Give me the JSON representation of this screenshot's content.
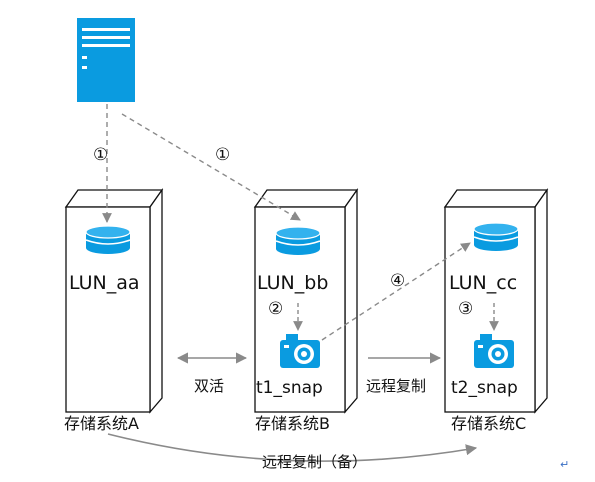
{
  "steps": {
    "s1a": "①",
    "s1b": "①",
    "s2": "②",
    "s3": "③",
    "s4": "④"
  },
  "systems": {
    "a": {
      "lun": "LUN_aa",
      "name": "存储系统A"
    },
    "b": {
      "lun": "LUN_bb",
      "snap": "t1_snap",
      "name": "存储系统B"
    },
    "c": {
      "lun": "LUN_cc",
      "snap": "t2_snap",
      "name": "存储系统C"
    }
  },
  "links": {
    "active_active": "双活",
    "remote_replication": "远程复制",
    "remote_replication_backup": "远程复制（备）"
  },
  "tail_mark": "↵",
  "colors": {
    "accent_blue": "#0A9BE0",
    "arrow_gray": "#8a8a8a",
    "edge": "#111111"
  }
}
